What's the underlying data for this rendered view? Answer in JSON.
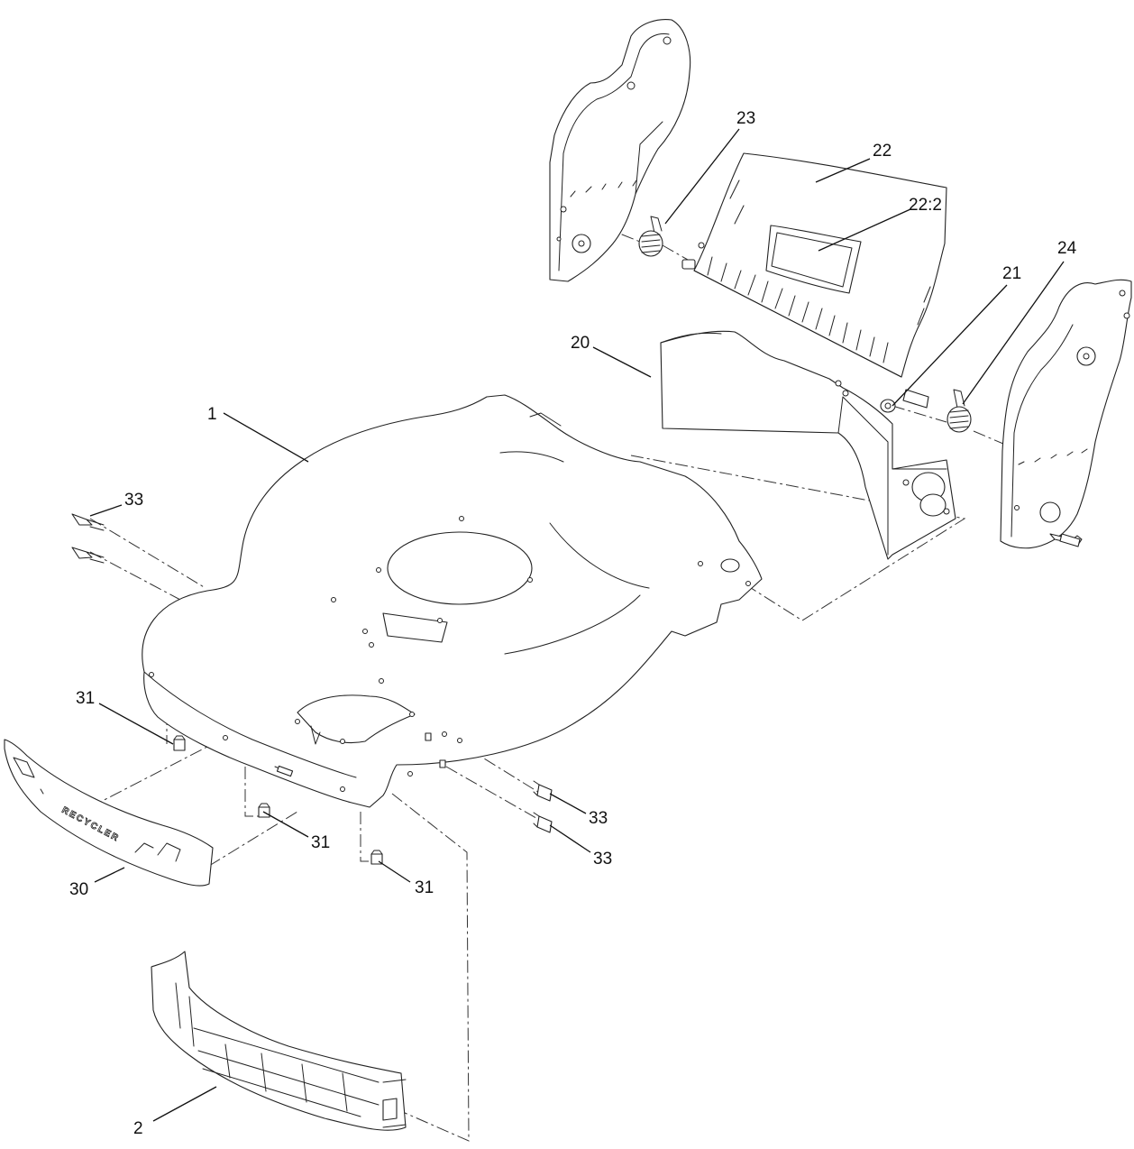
{
  "callouts": {
    "c1": "1",
    "c2": "2",
    "c20": "20",
    "c21": "21",
    "c22": "22",
    "c22_2": "22:2",
    "c23": "23",
    "c24": "24",
    "c30": "30",
    "c31a": "31",
    "c31b": "31",
    "c31c": "31",
    "c33a": "33",
    "c33b": "33",
    "c33c": "33"
  },
  "part_labels": {
    "bumper_text": "RECYCLER"
  }
}
